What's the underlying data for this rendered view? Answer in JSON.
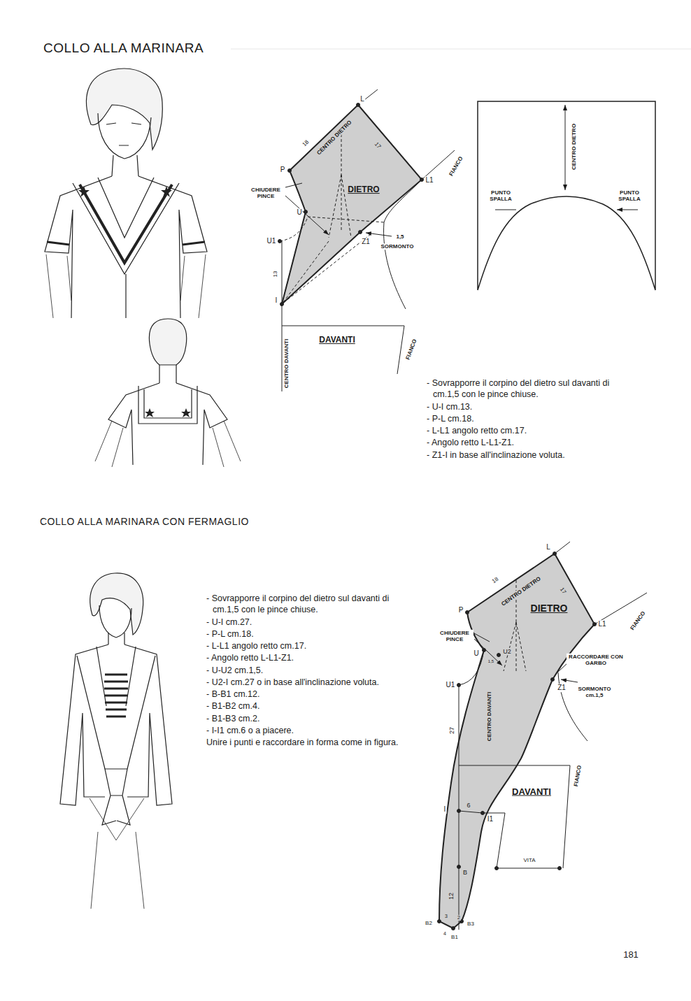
{
  "diagram": {
    "title": "COLLO ALLA MARINARA",
    "labels": [
      "18",
      "CENTRO DIETRO",
      "17",
      "L",
      "P",
      "L1",
      "FIANCO",
      "DIETRO",
      "CHIUDERE PINCE",
      "U",
      "U1",
      "Z1",
      "1,5",
      "SORMONTO",
      "13",
      "I",
      "DAVANTI",
      "FIANCO",
      "CENTRO DAVANTI",
      "CENTRO DIETRO",
      "PUNTO SPALLA",
      "PUNTO SPALLA",
      "- Sovrapporre il corpino del dietro sul davanti di cm.1,5 con le pince chiuse.",
      "- U-I cm.13.",
      "- P-L cm.18.",
      "- L-L1 angolo retto cm.17.",
      "- Angolo retto L-L1-Z1.",
      "- Z1-I in base all'inclinazione voluta.",
      "COLLO ALLA MARINARA CON FERMAGLIO",
      "- Sovrapporre il corpino del dietro sul davanti di cm.1,5 con le pince chiuse.",
      "- U-I cm.27.",
      "- P-L cm.18.",
      "- L-L1 angolo retto cm.17.",
      "- Angolo retto L-L1-Z1.",
      "- U-U2 cm.1,5.",
      "- U2-I cm.27 o in base all'inclinazione voluta.",
      "- B-B1 cm.12.",
      "- B1-B2 cm.4.",
      "- B1-B3 cm.2.",
      "- I-I1 cm.6 o a piacere.",
      "Unire i punti e raccordare in forma come in figura.",
      "L",
      "18",
      "CENTRO DIETRO",
      "17",
      "P",
      "DIETRO",
      "L1",
      "FIANCO",
      "CHIUDERE PINCE",
      "U",
      "U2",
      "1,5",
      "U1",
      "Z1",
      "RACCORDARE CON GARBO",
      "SORMONTO cm.1,5",
      "27",
      "CENTRO DAVANTI",
      "DAVANTI",
      "FIANCO",
      "I",
      "6",
      "I1",
      "VITA",
      "B",
      "12",
      "B2",
      "3",
      "2",
      "B3",
      "4",
      "B1",
      "181"
    ]
  }
}
